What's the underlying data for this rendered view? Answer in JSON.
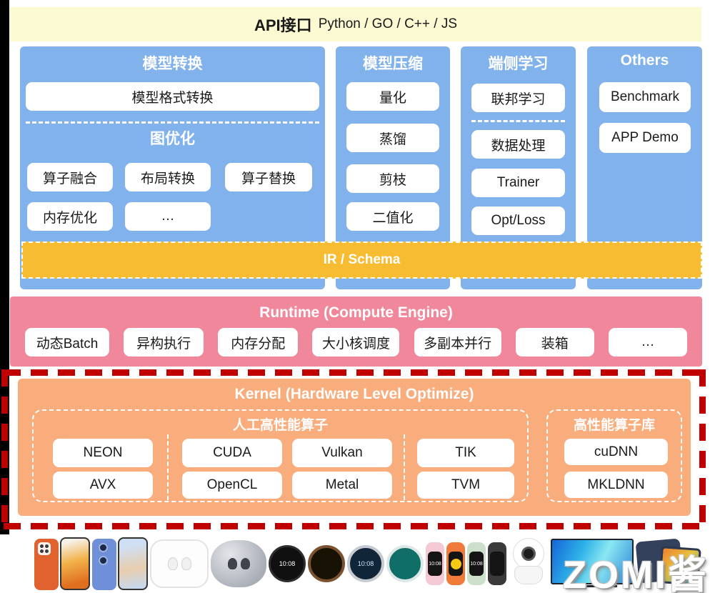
{
  "colors": {
    "api_bar_bg": "#FBFAD2",
    "column_bg": "#82B2EC",
    "ir_bar_bg": "#F8BC33",
    "runtime_bg": "#F0879A",
    "kernel_bg": "#F9AC7C",
    "kernel_border": "#C00000",
    "box_bg": "#FFFFFF",
    "title_text": "#FFFFFF",
    "box_text": "#1A1A1A"
  },
  "api_bar": {
    "product": "API接口",
    "langs": "Python / GO / C++ / JS"
  },
  "columns": {
    "model_convert": {
      "title": "模型转换",
      "format_box": "模型格式转换",
      "graph_title": "图优化",
      "graph_items": [
        "算子融合",
        "布局转换",
        "算子替换",
        "内存优化",
        "…"
      ]
    },
    "model_compress": {
      "title": "模型压缩",
      "items": [
        "量化",
        "蒸馏",
        "剪枝",
        "二值化"
      ]
    },
    "device_learning": {
      "title": "端侧学习",
      "top_item": "联邦学习",
      "items": [
        "数据处理",
        "Trainer",
        "Opt/Loss"
      ]
    },
    "others": {
      "title": "Others",
      "items": [
        "Benchmark",
        "APP Demo"
      ]
    }
  },
  "ir_bar": {
    "label": "IR / Schema"
  },
  "runtime": {
    "title": "Runtime (Compute Engine)",
    "items": [
      "动态Batch",
      "异构执行",
      "内存分配",
      "大小核调度",
      "多副本并行",
      "装箱",
      "…"
    ]
  },
  "kernel": {
    "title": "Kernel (Hardware Level Optimize)",
    "manual_group": {
      "title": "人工高性能算子",
      "row1": [
        "NEON",
        "CUDA",
        "Vulkan",
        "TIK"
      ],
      "row2": [
        "AVX",
        "OpenCL",
        "Metal",
        "TVM"
      ]
    },
    "lib_group": {
      "title": "高性能算子库",
      "items": [
        "cuDNN",
        "MKLDNN"
      ]
    }
  },
  "devices": {
    "watermark": "ZOMI酱",
    "watch_time": "10:08",
    "items": [
      "smartphone-orange",
      "smartphone-blue",
      "earbuds-white",
      "earbuds-silver",
      "smartwatch-black",
      "smartwatch-brown",
      "smartwatch-steel",
      "smartwatch-mint",
      "fitness-band-pink",
      "fitness-band-orange",
      "fitness-band-green",
      "fitness-band-black",
      "security-camera",
      "smart-tv",
      "tablet"
    ]
  }
}
